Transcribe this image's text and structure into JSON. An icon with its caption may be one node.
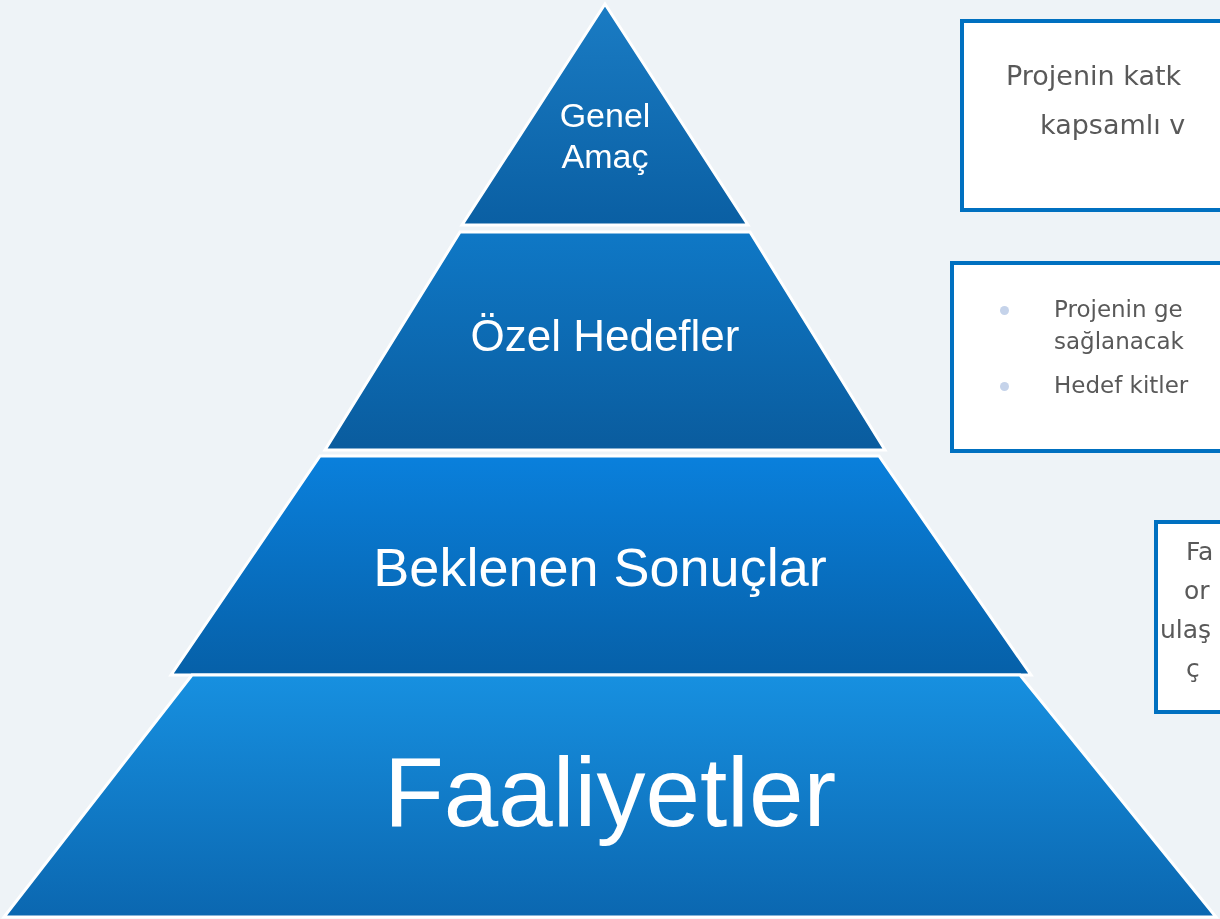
{
  "diagram": {
    "nodes": [
      {
        "text": [
          "Genel Amaç"
        ]
      },
      {
        "text": [
          "Özel Hedefler"
        ]
      },
      {
        "text": [
          "Beklenen Sonuçlar"
        ]
      },
      {
        "text": [
          "Faaliyetler"
        ]
      },
      {
        "text": [
          "Projenin katk",
          "kapsamlı v"
        ]
      },
      {
        "text": [
          "Projenin ge sağlanacak",
          "Hedef kitler"
        ]
      },
      {
        "text": [
          "Fa",
          "or",
          "ulaş",
          "ç"
        ]
      }
    ],
    "edges": []
  }
}
